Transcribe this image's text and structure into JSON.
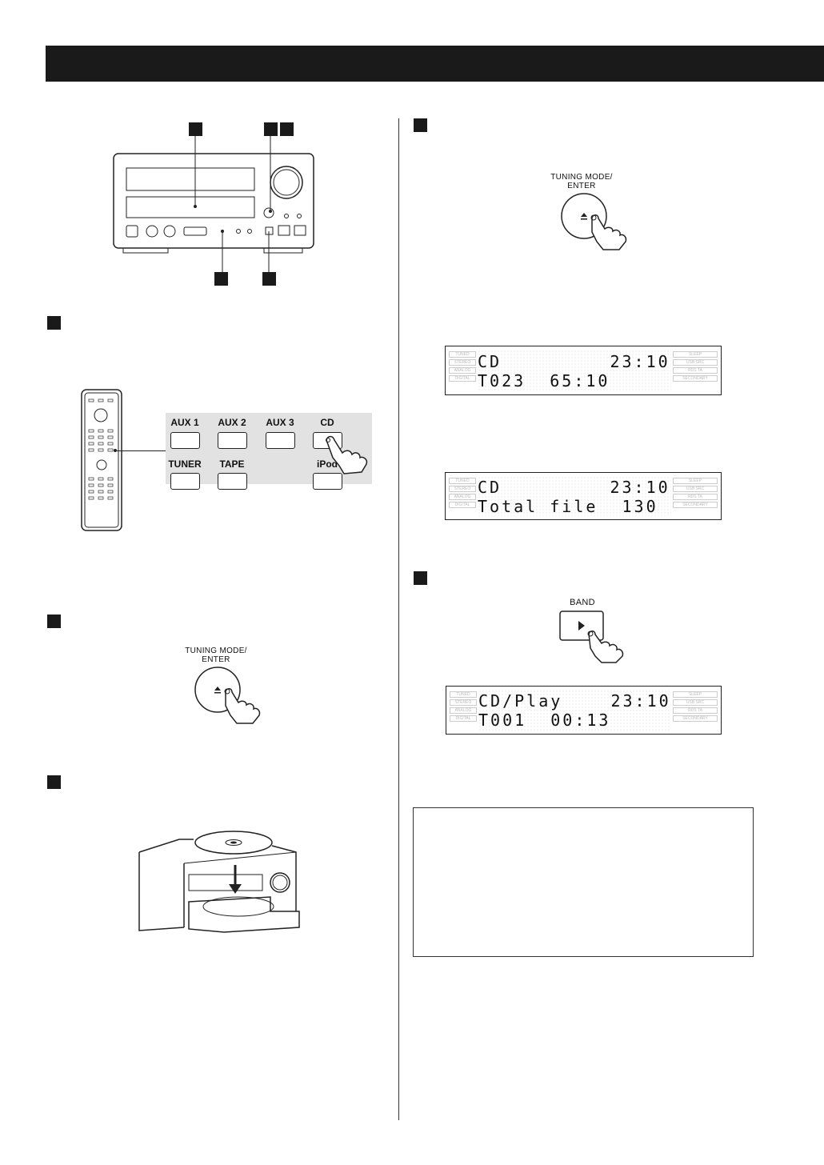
{
  "labels": {
    "tuning_mode_enter": "TUNING MODE/\nENTER",
    "band": "BAND",
    "aux1": "AUX 1",
    "aux2": "AUX 2",
    "aux3": "AUX 3",
    "cd": "CD",
    "tuner": "TUNER",
    "tape": "TAPE",
    "ipod": "iPod"
  },
  "displays": [
    {
      "line1": "CD         23:10",
      "line2": "T023  65:10"
    },
    {
      "line1": "CD         23:10",
      "line2": "Total file  130"
    },
    {
      "line1": "CD/Play    23:10",
      "line2": "T001  00:13"
    }
  ],
  "lcd_indicators": {
    "left": [
      "TUNED",
      "STEREO",
      "ANALOG",
      "DIGITAL"
    ],
    "right": [
      "SLEEP",
      "USB  SRC",
      "RDS  TA",
      "SECONDARY"
    ]
  }
}
